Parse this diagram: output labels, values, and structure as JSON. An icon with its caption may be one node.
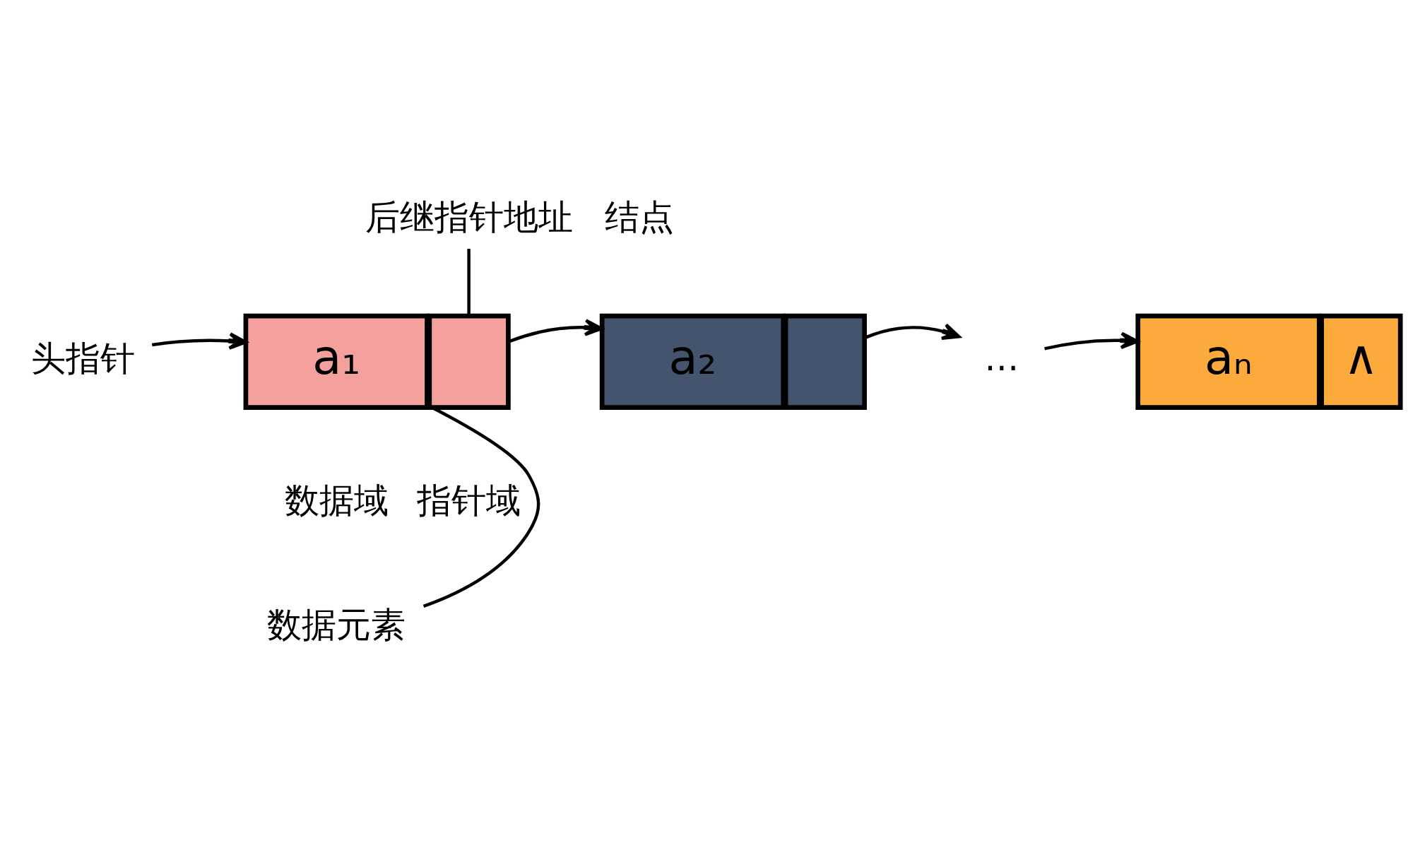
{
  "diagram": {
    "nodes": [
      {
        "text": [
          "后继指针地址"
        ]
      },
      {
        "text": [
          "头指针"
        ]
      },
      {
        "text": [
          "a₁"
        ]
      },
      {
        "text": [],
        "shape": "box"
      },
      {
        "text": [
          "a₂"
        ]
      },
      {
        "text": [],
        "shape": "box"
      },
      {
        "text": [
          "…"
        ]
      },
      {
        "text": [
          "aₙ"
        ]
      },
      {
        "text": [
          "∧"
        ]
      },
      {
        "text": [
          "数据元素"
        ]
      }
    ],
    "edges": [
      {
        "from": 1,
        "to": 2,
        "arrow": "to"
      },
      {
        "from": 0,
        "to": 3,
        "arrow": "none"
      },
      {
        "from": 9,
        "to": 2,
        "arrow": "none"
      },
      {
        "from": 3,
        "to": 4,
        "arrow": "to"
      },
      {
        "from": 5,
        "to": 6,
        "arrow": "to"
      },
      {
        "from": 6,
        "to": 7,
        "arrow": "to"
      }
    ],
    "labels": [
      "结点",
      "数据域",
      "指针域"
    ]
  }
}
